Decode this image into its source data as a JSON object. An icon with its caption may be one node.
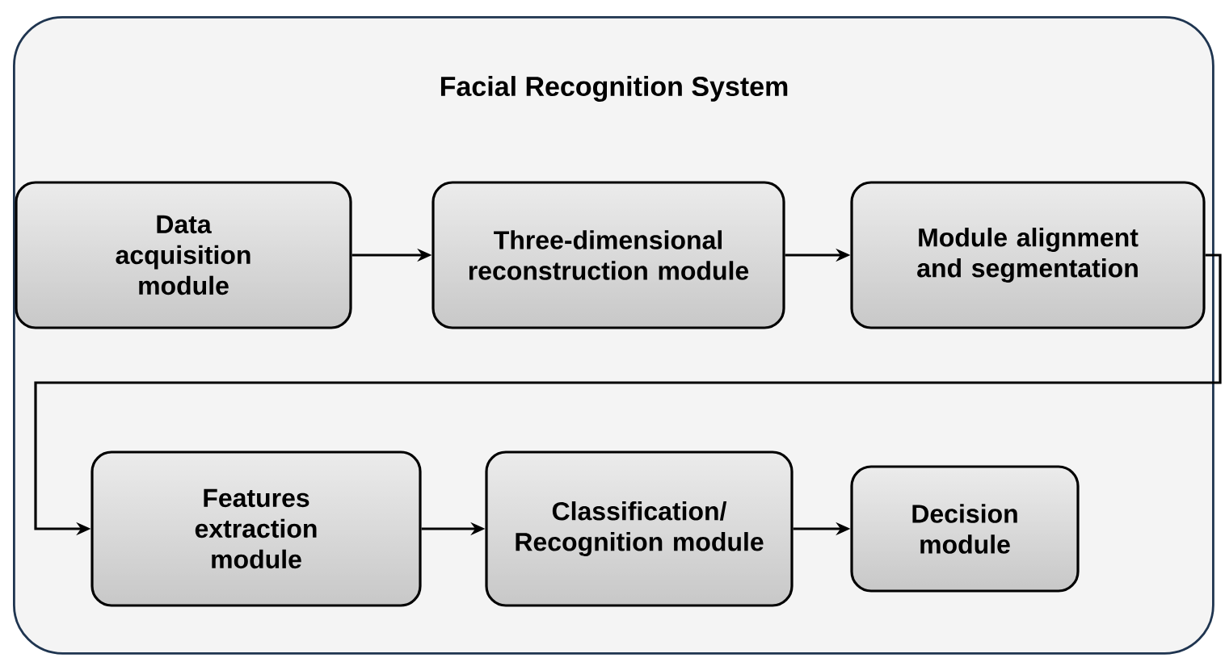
{
  "diagram": {
    "nodes": [
      {
        "text": [
          "Facial Recognition System"
        ]
      },
      {
        "text": [
          "Data acquisition module"
        ],
        "in": 0
      },
      {
        "text": [
          "Three-dimensional reconstruction module"
        ],
        "in": 0
      },
      {
        "text": [
          "Module alignment and segmentation"
        ],
        "in": 0
      },
      {
        "text": [
          "Features extraction module"
        ],
        "in": 0
      },
      {
        "text": [
          "Classification/ Recognition module"
        ],
        "in": 0
      },
      {
        "text": [
          "Decision module"
        ],
        "in": 0
      }
    ],
    "edges": [
      {
        "from": 1,
        "to": 2,
        "arrow": "to"
      },
      {
        "from": 2,
        "to": 3,
        "arrow": "to"
      },
      {
        "from": 3,
        "to": 4,
        "arrow": "to"
      },
      {
        "from": 4,
        "to": 5,
        "arrow": "to"
      },
      {
        "from": 5,
        "to": 6,
        "arrow": "to"
      }
    ]
  }
}
